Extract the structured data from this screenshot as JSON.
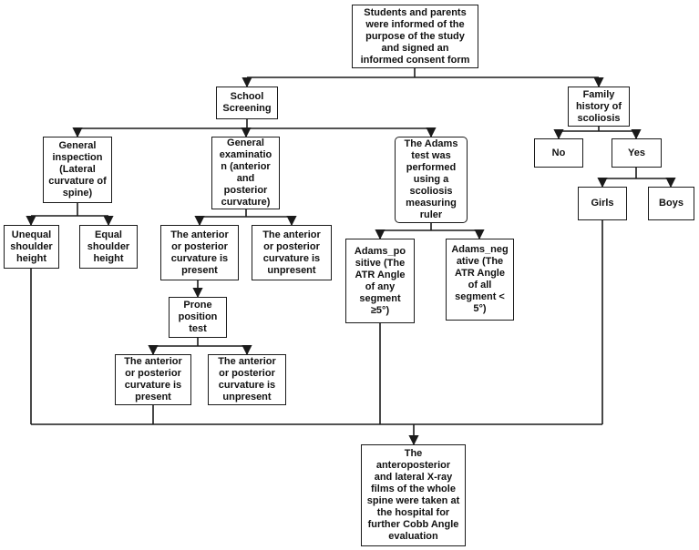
{
  "diagram": {
    "nodes": {
      "consent": "Students and parents\nwere informed of the\npurpose of the study\nand signed an\ninformed consent form",
      "school_screening": "School\nScreening",
      "family_history": "Family\nhistory of\nscoliosis",
      "no": "No",
      "yes": "Yes",
      "girls": "Girls",
      "boys": "Boys",
      "general_inspection": "General\ninspection\n(Lateral\ncurvature of\nspine)",
      "general_examination": "General\nexaminatio\nn (anterior\nand\nposterior\ncurvature)",
      "adams_test": "The Adams\ntest was\nperformed\nusing a\nscoliosis\nmeasuring\nruler",
      "unequal_shoulder": "Unequal\nshoulder\nheight",
      "equal_shoulder": "Equal\nshoulder\nheight",
      "curvature_present_1": "The anterior\nor posterior\ncurvature is\npresent",
      "curvature_unpresent_1": "The anterior\nor posterior\ncurvature is\nunpresent",
      "prone_test": "Prone\nposition\ntest",
      "curvature_present_2": "The anterior\nor posterior\ncurvature is\npresent",
      "curvature_unpresent_2": "The anterior\nor posterior\ncurvature is\nunpresent",
      "adams_positive": "Adams_po\nsitive  (The\nATR Angle\nof any\nsegment\n≥5°)",
      "adams_negative": "Adams_neg\native  (The\nATR Angle\nof all\nsegment <\n5°)",
      "xray": "The\nanteroposterior\nand lateral X-ray\nfilms of the whole\nspine were taken at\nthe hospital for\nfurther Cobb Angle\nevaluation"
    },
    "line_color": "#1a1a1a"
  }
}
